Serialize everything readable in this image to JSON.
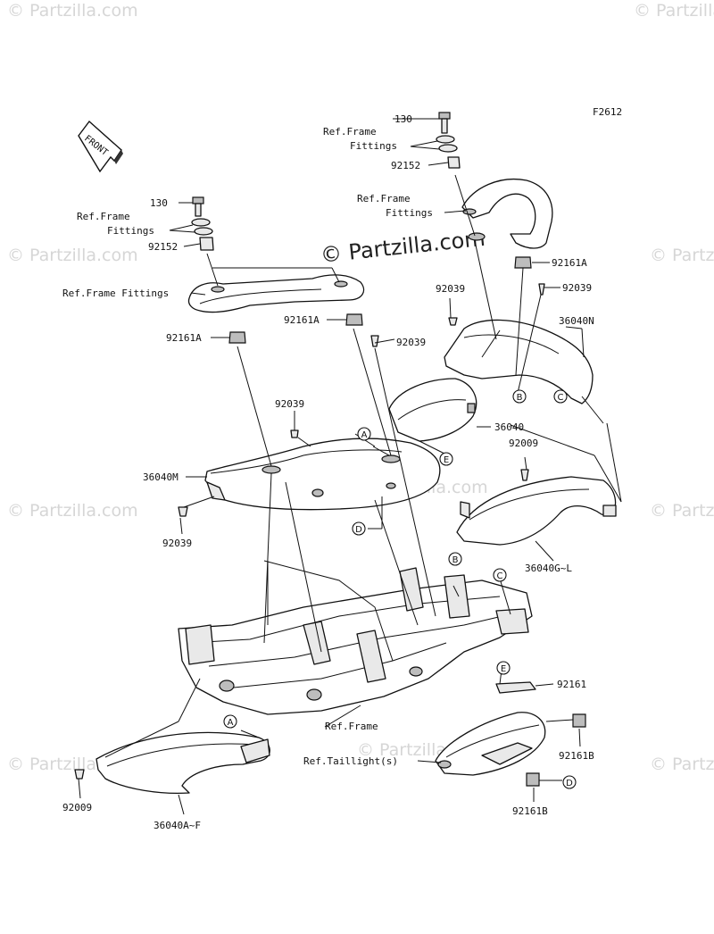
{
  "figure_code": "F2612",
  "front_label": "FRONT",
  "watermark_main": "© Partzilla.com",
  "watermark_tile": "© Partzilla.com",
  "labels": {
    "p130_top": "130",
    "ref_frame_fittings_top_1": "Ref.Frame",
    "ref_frame_fittings_top_2": "Fittings",
    "p92152_top": "92152",
    "ref_frame_fittings_mid_1": "Ref.Frame",
    "ref_frame_fittings_mid_2": "Fittings",
    "p92161a_right": "92161A",
    "p92039_rt1": "92039",
    "p92039_rt2": "92039",
    "p36040n": "36040N",
    "p130_left": "130",
    "ref_frame_fittings_left_1": "Ref.Frame",
    "ref_frame_fittings_left_2": "Fittings",
    "p92152_left": "92152",
    "ref_frame_fittings_long": "Ref.Frame Fittings",
    "p92161a_center": "92161A",
    "p92161a_left": "92161A",
    "p92039_center": "92039",
    "p92039_mid": "92039",
    "p36040": "36040",
    "p92009_right": "92009",
    "p36040m": "36040M",
    "p92039_bottomleft": "92039",
    "p36040g_l": "36040G~L",
    "ref_frame": "Ref.Frame",
    "p92161": "92161",
    "ref_taillight": "Ref.Taillight(s)",
    "p92161b_right": "92161B",
    "p92161b_bottom": "92161B",
    "p92009_left": "92009",
    "p36040a_f": "36040A~F"
  },
  "callouts": {
    "a": "A",
    "b": "B",
    "c": "C",
    "d": "D",
    "e": "E"
  }
}
